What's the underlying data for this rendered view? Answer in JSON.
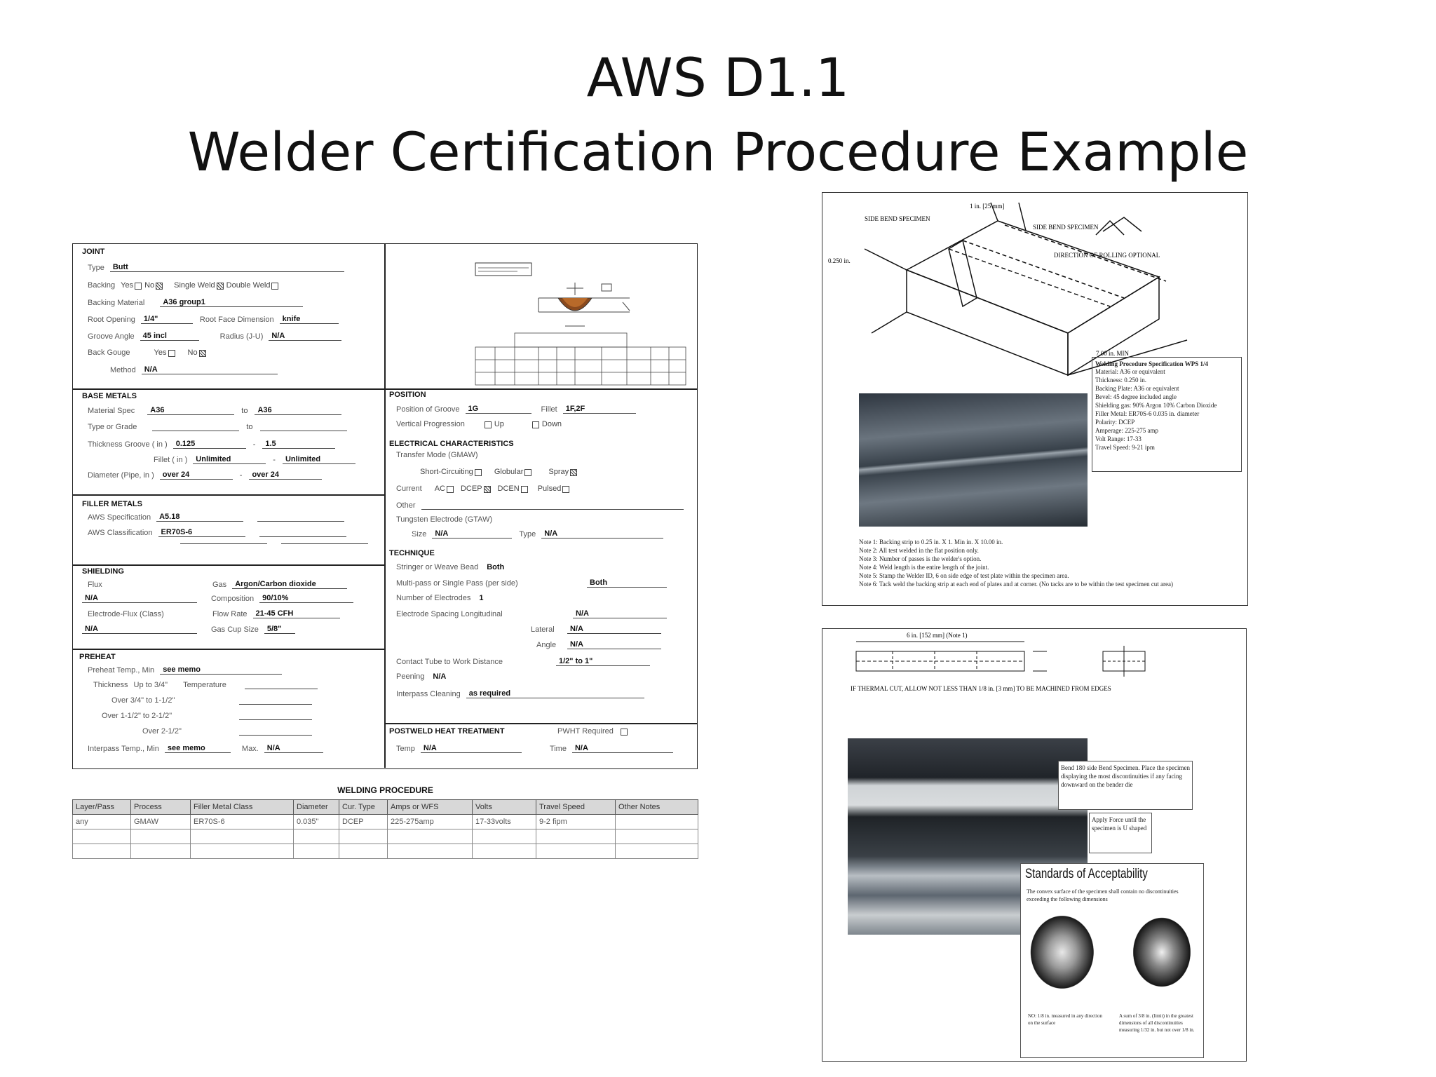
{
  "slide": {
    "title_line1": "AWS D1.1",
    "title_line2": "Welder Certification Procedure Example"
  },
  "wps": {
    "joint": {
      "heading": "JOINT",
      "type_label": "Type",
      "type_value": "Butt",
      "backing_label": "Backing",
      "yes": "Yes",
      "no": "No",
      "single_weld": "Single Weld",
      "double_weld": "Double Weld",
      "backing_material_label": "Backing Material",
      "backing_material_value": "A36 group1",
      "root_opening_label": "Root Opening",
      "root_opening_value": "1/4\"",
      "root_face_label": "Root Face Dimension",
      "root_face_value": "knife",
      "groove_angle_label": "Groove Angle",
      "groove_angle_value": "45 incl",
      "radius_label": "Radius (J-U)",
      "radius_value": "N/A",
      "back_gouge_label": "Back Gouge",
      "method_label": "Method",
      "method_value": "N/A"
    },
    "base_metals": {
      "heading": "BASE METALS",
      "material_spec_label": "Material Spec",
      "material_spec_value": "A36",
      "to": "to",
      "material_spec_value2": "A36",
      "type_grade_label": "Type or Grade",
      "thickness_label": "Thickness  Groove ( in )",
      "groove_min": "0.125",
      "groove_max": "1.5",
      "fillet_label": "Fillet ( in )",
      "fillet_min": "Unlimited",
      "fillet_max": "Unlimited",
      "diameter_label": "Diameter (Pipe, in )",
      "diameter_min": "over 24",
      "diameter_max": "over 24"
    },
    "filler_metals": {
      "heading": "FILLER METALS",
      "aws_spec_label": "AWS Specification",
      "aws_spec_value": "A5.18",
      "aws_class_label": "AWS Classification",
      "aws_class_value": "ER70S-6"
    },
    "shielding": {
      "heading": "SHIELDING",
      "flux_label": "Flux",
      "flux_value": "N/A",
      "gas_label": "Gas",
      "gas_value": "Argon/Carbon dioxide",
      "composition_label": "Composition",
      "composition_value": "90/10%",
      "electrode_flux_label": "Electrode-Flux (Class)",
      "electrode_flux_value": "N/A",
      "flow_rate_label": "Flow Rate",
      "flow_rate_value": "21-45 CFH",
      "gas_cup_label": "Gas Cup Size",
      "gas_cup_value": "5/8\""
    },
    "preheat": {
      "heading": "PREHEAT",
      "preheat_temp_label": "Preheat Temp., Min",
      "preheat_temp_value": "see memo",
      "thickness_label": "Thickness",
      "up_to": "Up to 3/4\"",
      "temperature_label": "Temperature",
      "over1": "Over 3/4\" to 1-1/2\"",
      "over2": "Over 1-1/2\" to 2-1/2\"",
      "over3": "Over 2-1/2\"",
      "interpass_label": "Interpass Temp., Min",
      "interpass_value": "see memo",
      "max_label": "Max.",
      "max_value": "N/A"
    },
    "position": {
      "heading": "POSITION",
      "groove_label": "Position of Groove",
      "groove_value": "1G",
      "fillet_label": "Fillet",
      "fillet_value": "1F,2F",
      "vertical_label": "Vertical Progression",
      "up": "Up",
      "down": "Down"
    },
    "electrical": {
      "heading": "ELECTRICAL CHARACTERISTICS",
      "transfer_label": "Transfer Mode (GMAW)",
      "short_circuiting": "Short-Circuiting",
      "globular": "Globular",
      "spray": "Spray",
      "current_label": "Current",
      "ac": "AC",
      "dcep": "DCEP",
      "dcen": "DCEN",
      "pulsed": "Pulsed",
      "other_label": "Other",
      "tungsten_label": "Tungsten Electrode (GTAW)",
      "size_label": "Size",
      "size_value": "N/A",
      "type_label": "Type",
      "type_value": "N/A"
    },
    "technique": {
      "heading": "TECHNIQUE",
      "stringer_label": "Stringer or Weave Bead",
      "stringer_value": "Both",
      "multipass_label": "Multi-pass or Single Pass (per side)",
      "multipass_value": "Both",
      "electrodes_label": "Number of Electrodes",
      "electrodes_value": "1",
      "spacing_label": "Electrode Spacing  Longitudinal",
      "spacing_long_value": "N/A",
      "lateral_label": "Lateral",
      "lateral_value": "N/A",
      "angle_label": "Angle",
      "angle_value": "N/A",
      "ctwd_label": "Contact Tube to Work Distance",
      "ctwd_value": "1/2\" to 1\"",
      "peening_label": "Peening",
      "peening_value": "N/A",
      "interpass_label": "Interpass Cleaning",
      "interpass_value": "as required"
    },
    "pwht": {
      "heading": "POSTWELD HEAT TREATMENT",
      "required_label": "PWHT Required",
      "temp_label": "Temp",
      "temp_value": "N/A",
      "time_label": "Time",
      "time_value": "N/A"
    },
    "procedure": {
      "heading": "WELDING PROCEDURE",
      "columns": [
        "Layer/Pass",
        "Process",
        "Filler Metal Class",
        "Diameter",
        "Cur. Type",
        "Amps or WFS",
        "Volts",
        "Travel Speed",
        "Other Notes"
      ],
      "rows": [
        [
          "any",
          "GMAW",
          "ER70S-6",
          "0.035\"",
          "DCEP",
          "225-275amp",
          "17-33volts",
          "9-2 fipm",
          ""
        ]
      ]
    }
  },
  "specimen_figure": {
    "side_bend_label_1": "SIDE BEND SPECIMEN",
    "side_bend_label_2": "SIDE BEND SPECIMEN",
    "dim_1in": "1 in. [25 mm]",
    "dim_thickness": "0.250 in.",
    "direction_label": "DIRECTION OF ROLLING OPTIONAL",
    "dim_min": "7.00 in. MIN",
    "wps_box_title": "Welding Procedure Specification  WPS 1/4",
    "wps_box_lines": [
      "Material: A36 or equivalent",
      "Thickness: 0.250 in.",
      "Backing Plate: A36 or equivalent",
      "Bevel: 45 degree included angle",
      "Shielding gas: 90% Argon 10% Carbon Dioxide",
      "Filler Metal: ER70S-6 0.035 in. diameter",
      "Polarity: DCEP",
      "Amperage: 225-275 amp",
      "Volt Range: 17-33",
      "Travel Speed: 9-21 ipm"
    ],
    "notes": [
      "Note 1: Backing strip to 0.25 in. X 1. Min in. X 10.00 in.",
      "Note 2: All test welded in the flat position only.",
      "Note 3: Number of passes is the welder's option.",
      "Note 4: Weld length is the entire length of the joint.",
      "Note 5: Stamp the Welder ID, 6 on side edge of test plate within the specimen area.",
      "Note 6: Tack weld the backing strip at each end of plates and at corner. (No tacks are to be within the test specimen cut area)"
    ]
  },
  "bend_figure": {
    "dim_top": "6 in. [152 mm] (Note 1)",
    "note_left": "IF THERMAL CUT, ALLOW NOT LESS THAN 1/8 in. [3 mm] TO BE MACHINED FROM EDGES",
    "bend_note": "Bend 180 side Bend Specimen. Place the specimen displaying the most discontinuities if any facing downward on the bender die",
    "apply_force": "Apply Force until the specimen is U shaped",
    "standards_title": "Standards of Acceptability",
    "standards_text": "The convex surface of the specimen shall contain no discontinuities exceeding the following dimensions",
    "caption_left": "NO: 1/8 in. measured in any direction on the surface",
    "caption_right": "A sum of 3/8 in. (limit) in the greatest dimensions of all discontinuities measuring 1/32 in. but not over 1/8 in."
  }
}
